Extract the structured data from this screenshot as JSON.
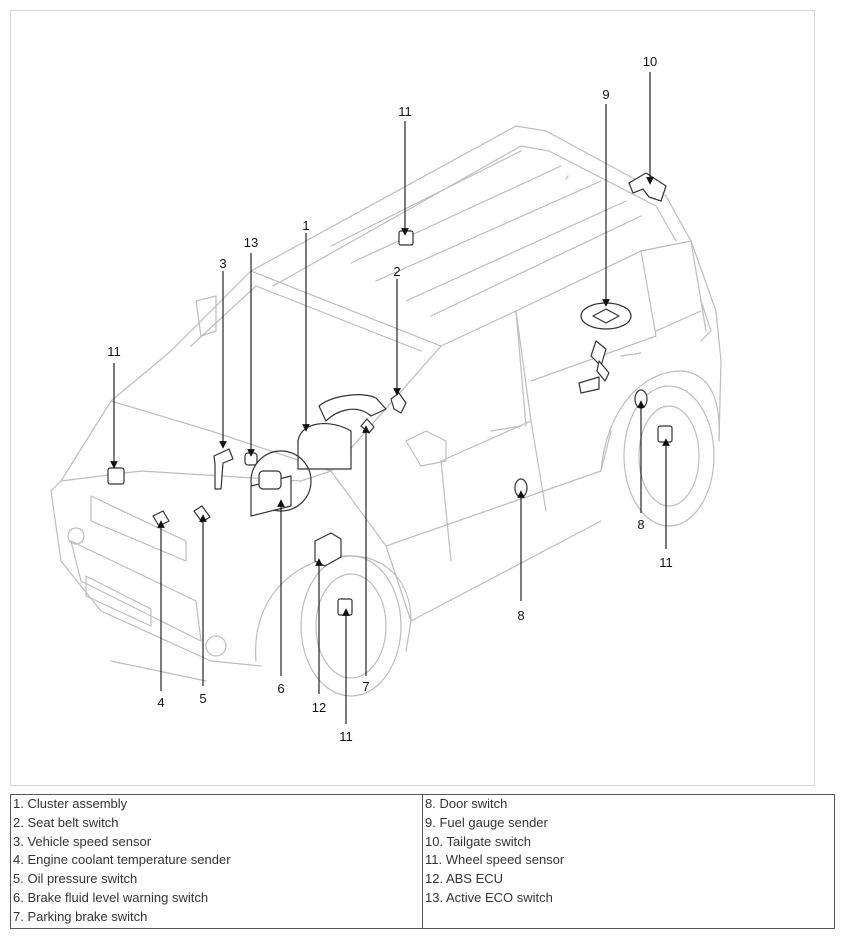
{
  "callouts": [
    {
      "id": "1",
      "label": "1"
    },
    {
      "id": "2",
      "label": "2"
    },
    {
      "id": "3",
      "label": "3"
    },
    {
      "id": "4",
      "label": "4"
    },
    {
      "id": "5",
      "label": "5"
    },
    {
      "id": "6",
      "label": "6"
    },
    {
      "id": "7",
      "label": "7"
    },
    {
      "id": "8a",
      "label": "8"
    },
    {
      "id": "8b",
      "label": "8"
    },
    {
      "id": "9",
      "label": "9"
    },
    {
      "id": "10",
      "label": "10"
    },
    {
      "id": "11a",
      "label": "11"
    },
    {
      "id": "11b",
      "label": "11"
    },
    {
      "id": "11c",
      "label": "11"
    },
    {
      "id": "11d",
      "label": "11"
    },
    {
      "id": "12",
      "label": "12"
    },
    {
      "id": "13",
      "label": "13"
    }
  ],
  "legend": {
    "left": [
      "1. Cluster assembly",
      "2. Seat belt switch",
      "3. Vehicle speed sensor",
      "4. Engine coolant temperature sender",
      "5. Oil pressure switch",
      "6. Brake fluid level warning switch",
      "7. Parking brake switch"
    ],
    "right": [
      "8. Door switch",
      "9. Fuel gauge sender",
      "10. Tailgate switch",
      "11. Wheel speed sensor",
      "12. ABS ECU",
      "13. Active ECO switch"
    ]
  }
}
